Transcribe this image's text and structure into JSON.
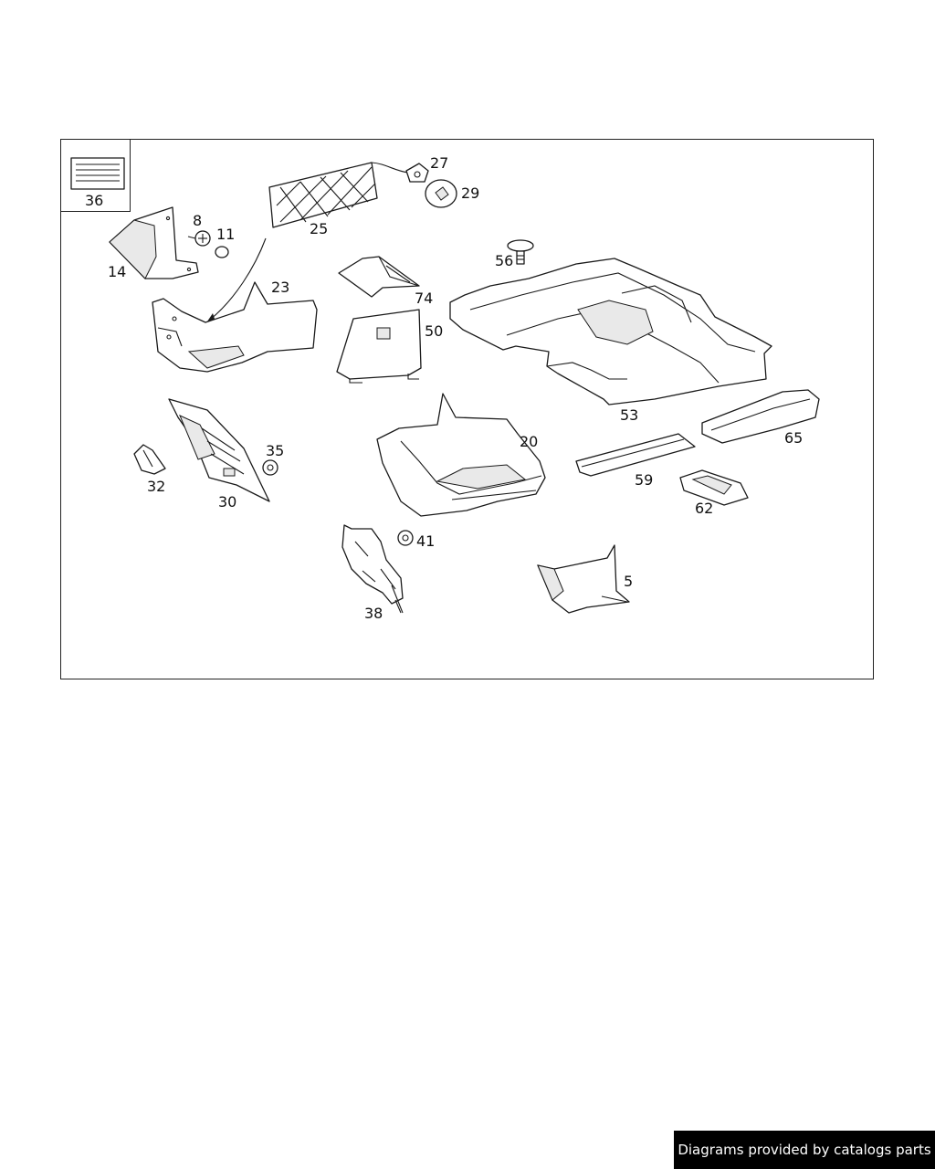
{
  "diagram": {
    "inset_label": "36",
    "callouts": [
      {
        "id": "36",
        "text": "36"
      },
      {
        "id": "8",
        "text": "8"
      },
      {
        "id": "11",
        "text": "11"
      },
      {
        "id": "14",
        "text": "14"
      },
      {
        "id": "25",
        "text": "25"
      },
      {
        "id": "27",
        "text": "27"
      },
      {
        "id": "29",
        "text": "29"
      },
      {
        "id": "23",
        "text": "23"
      },
      {
        "id": "74",
        "text": "74"
      },
      {
        "id": "50",
        "text": "50"
      },
      {
        "id": "56",
        "text": "56"
      },
      {
        "id": "53",
        "text": "53"
      },
      {
        "id": "65",
        "text": "65"
      },
      {
        "id": "35",
        "text": "35"
      },
      {
        "id": "32",
        "text": "32"
      },
      {
        "id": "30",
        "text": "30"
      },
      {
        "id": "20",
        "text": "20"
      },
      {
        "id": "59",
        "text": "59"
      },
      {
        "id": "62",
        "text": "62"
      },
      {
        "id": "41",
        "text": "41"
      },
      {
        "id": "38",
        "text": "38"
      },
      {
        "id": "5",
        "text": "5"
      }
    ]
  },
  "footer": {
    "credit": "Diagrams provided by catalogs parts"
  }
}
